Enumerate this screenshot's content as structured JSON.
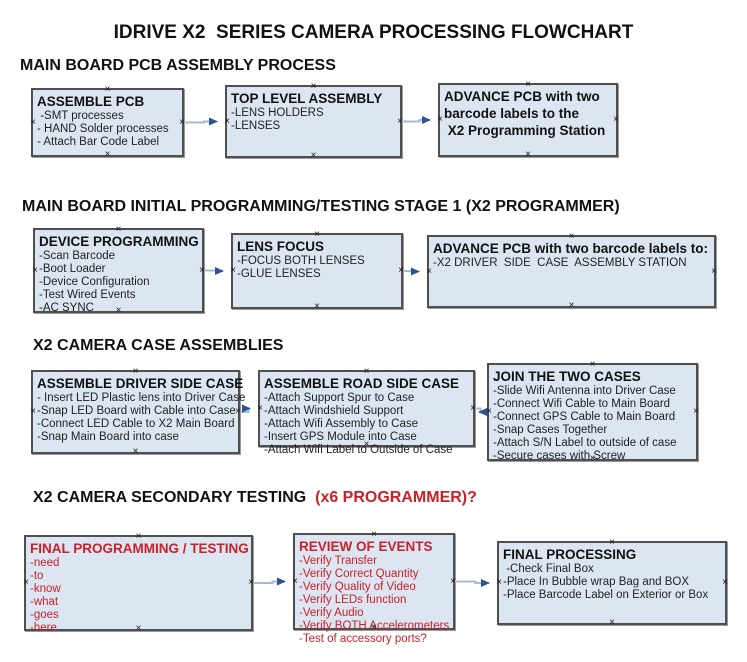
{
  "title": "IDRIVE X2  SERIES CAMERA PROCESSING FLOWCHART",
  "anchor_glyph": "×",
  "colors": {
    "box_fill": "#dce6f2",
    "box_border": "#4f4f4f",
    "arrow_line": "#a7b9d3",
    "arrow_head": "#2e5395",
    "red_text": "#cb2027",
    "black_text": "#111111"
  },
  "sections": [
    {
      "heading": "MAIN BOARD PCB ASSEMBLY PROCESS",
      "boxes": [
        {
          "title": "ASSEMBLE PCB",
          "items": [
            " -SMT processes",
            "- HAND Solder processes",
            "- Attach Bar Code Label"
          ]
        },
        {
          "title": "TOP LEVEL ASSEMBLY",
          "items": [
            "-LENS HOLDERS",
            "-LENSES"
          ]
        },
        {
          "title": "ADVANCE PCB with two\nbarcode labels to the\n X2 Programming Station",
          "items": []
        }
      ]
    },
    {
      "heading": "MAIN BOARD INITIAL PROGRAMMING/TESTING STAGE 1 (X2 PROGRAMMER)",
      "boxes": [
        {
          "title": "DEVICE PROGRAMMING",
          "items": [
            "-Scan Barcode",
            "-Boot Loader",
            "-Device Configuration",
            "-Test Wired Events",
            "-AC SYNC"
          ]
        },
        {
          "title": "LENS FOCUS",
          "items": [
            "-FOCUS BOTH LENSES",
            "-GLUE LENSES"
          ]
        },
        {
          "title": "ADVANCE PCB with two barcode labels to:",
          "items": [
            "-X2 DRIVER  SIDE  CASE  ASSEMBLY STATION"
          ]
        }
      ]
    },
    {
      "heading": "X2 CAMERA CASE ASSEMBLIES",
      "boxes": [
        {
          "title": "ASSEMBLE DRIVER SIDE CASE",
          "items": [
            "- Insert LED Plastic lens into Driver Case",
            "-Snap LED Board with Cable into Case",
            "-Connect LED Cable to X2 Main Board",
            "-Snap Main Board into case"
          ]
        },
        {
          "title": "ASSEMBLE ROAD SIDE CASE",
          "items": [
            "-Attach Support Spur to Case",
            "-Attach Windshield Support",
            "-Attach Wifi Assembly to Case",
            "-Insert GPS Module into Case",
            "-Attach Wifi Label to Outside of Case"
          ]
        },
        {
          "title": "JOIN THE TWO CASES",
          "items": [
            "-Slide Wifi Antenna into Driver Case",
            "-Connect Wifi Cable to Main Board",
            "-Connect GPS Cable to Main Board",
            "-Snap Cases Together",
            "-Attach S/N Label to outside of case",
            "-Secure cases with Screw"
          ]
        }
      ]
    },
    {
      "heading": "X2 CAMERA SECONDARY TESTING",
      "heading_red": "  (x6 PROGRAMMER)?",
      "boxes": [
        {
          "title": "FINAL PROGRAMMING / TESTING",
          "items": [
            "-need",
            "-to",
            "-know",
            "-what",
            "-goes",
            "-here"
          ]
        },
        {
          "title": "REVIEW OF EVENTS",
          "items": [
            "-Verify Transfer",
            "-Verify Correct Quantity",
            "-Verify Quality of Video",
            "-Verify LEDs function",
            "-Verify Audio",
            "-Verify BOTH Accelerometers",
            "-Test of accessory ports?"
          ]
        },
        {
          "title": "FINAL PROCESSING",
          "items": [
            " -Check Final Box",
            "-Place In Bubble wrap Bag and BOX",
            "-Place Barcode Label on Exterior or Box"
          ]
        }
      ]
    }
  ]
}
